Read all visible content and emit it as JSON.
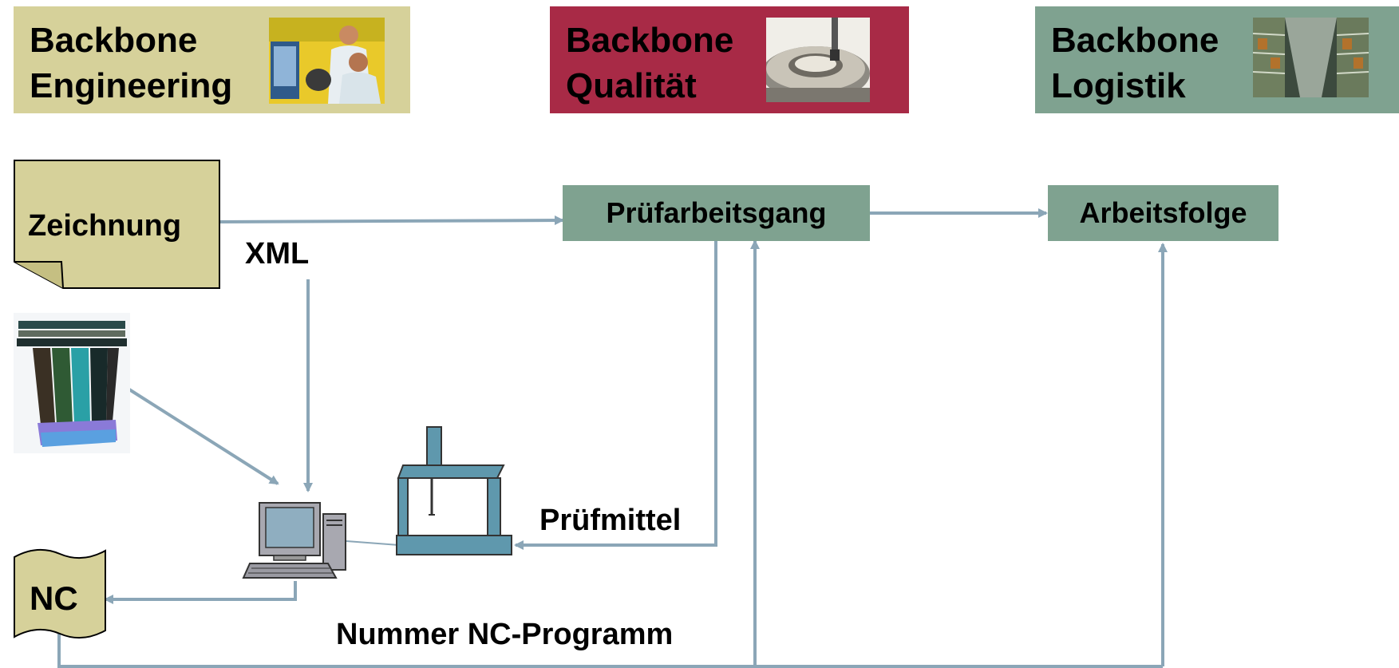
{
  "colors": {
    "engineering": "#d6d19a",
    "qualitaet": "#a82a46",
    "logistik": "#7fa290",
    "arrow": "#8ba6b7",
    "machine": "#5f98ad"
  },
  "headers": {
    "engineering": {
      "line1": "Backbone",
      "line2": "Engineering",
      "photo": "engineers-at-computer-photo"
    },
    "qualitaet": {
      "line1": "Backbone",
      "line2": "Qualität",
      "photo": "gear-measurement-photo"
    },
    "logistik": {
      "line1": "Backbone",
      "line2": "Logistik",
      "photo": "warehouse-shelving-photo"
    }
  },
  "nodes": {
    "zeichnung": "Zeichnung",
    "pruefarbeitsgang": "Prüfarbeitsgang",
    "arbeitsfolge": "Arbeitsfolge",
    "nc": "NC"
  },
  "labels": {
    "xml": "XML",
    "pruefmittel": "Prüfmittel",
    "nummer_nc": "Nummer NC-Programm"
  },
  "icons": {
    "turbine_model": "turbine-blade-model-icon",
    "computer": "desktop-computer-icon",
    "cmm": "coordinate-measuring-machine-icon"
  }
}
